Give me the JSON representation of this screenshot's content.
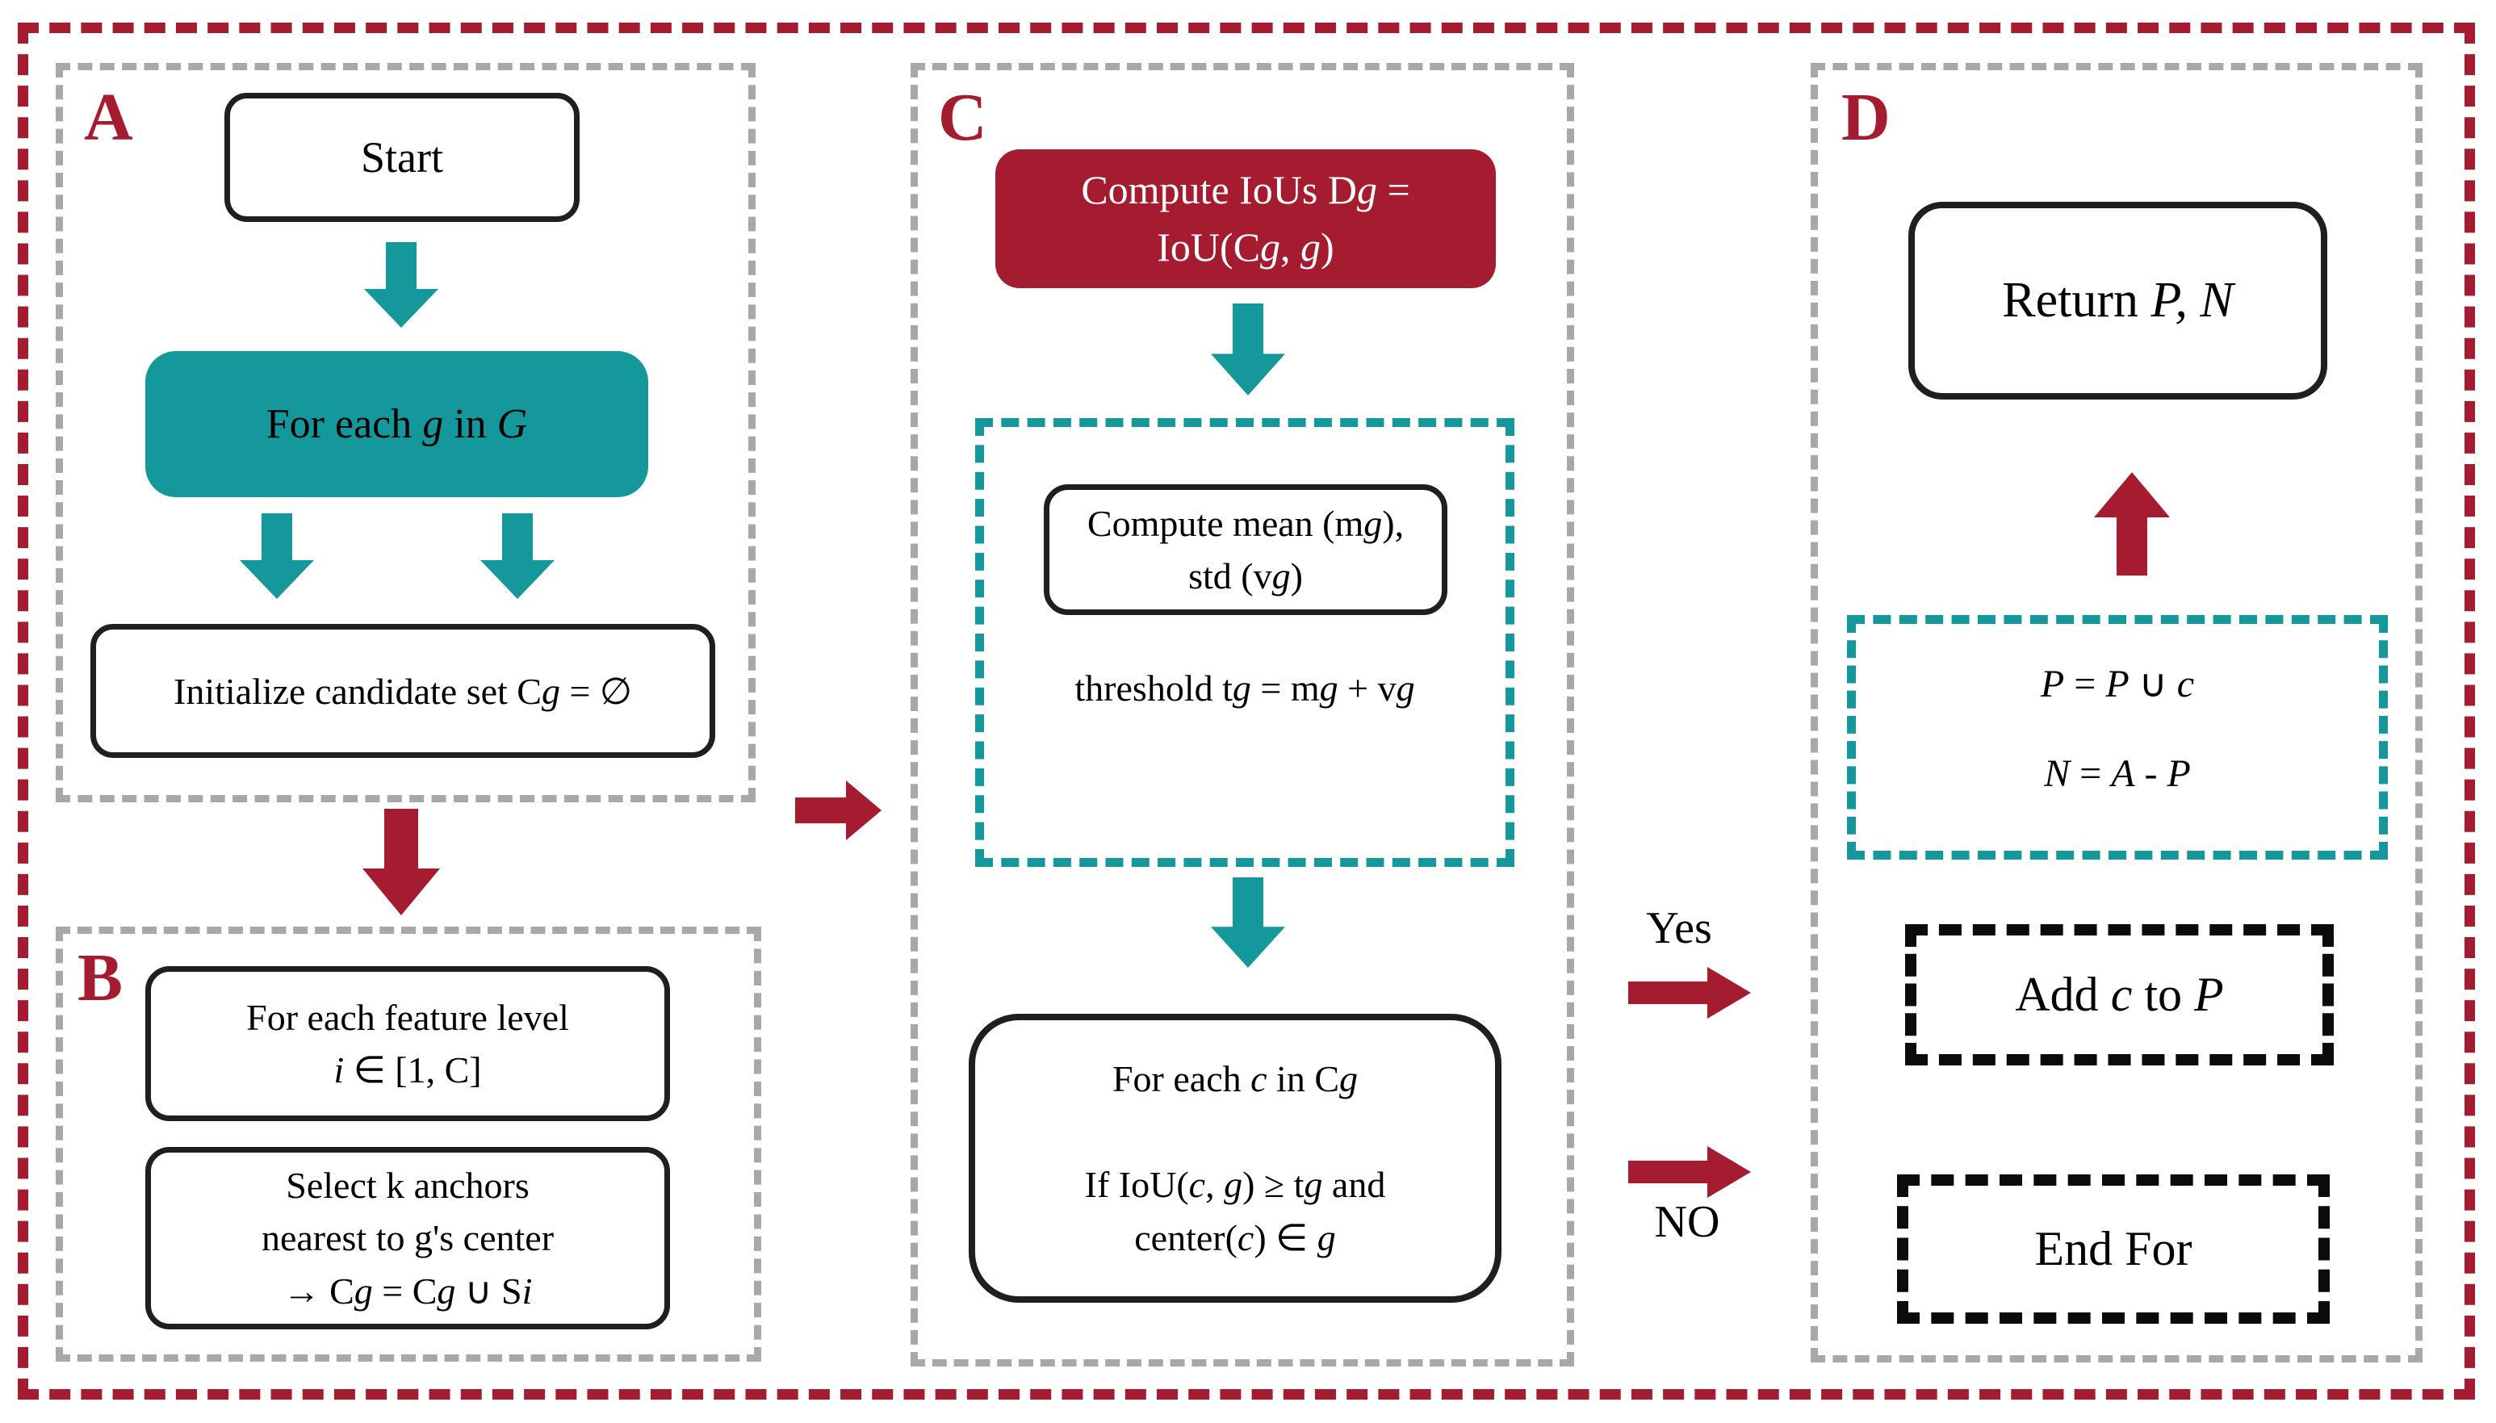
{
  "colors": {
    "crimson": "#A51C30",
    "teal": "#14989B",
    "gray": "#A8A8A8",
    "ink": "#1F1F1F"
  },
  "sections": {
    "a": {
      "label": "A",
      "start": "Start",
      "loop_g": "For each <i>g</i> in <i>G</i>",
      "init": "Initialize candidate set C<i>g</i> = ∅"
    },
    "b": {
      "label": "B",
      "feature_loop": [
        "For each feature level",
        "<i>i</i> ∈ [1, C]"
      ],
      "select_anchors": [
        "Select k anchors",
        "nearest to g's center",
        "→ C<i>g</i> = C<i>g</i> ∪ S<i>i</i>"
      ]
    },
    "c": {
      "label": "C",
      "compute_ious": [
        "Compute IoUs D<i>g</i> =",
        "IoU(C<i>g</i>, <i>g</i>)"
      ],
      "mean_std": [
        "Compute mean (m<i>g</i>),",
        "std (v<i>g</i>)"
      ],
      "threshold": "threshold t<i>g</i> = m<i>g</i> + v<i>g</i>",
      "candidate_loop": [
        "For each <i>c</i> in C<i>g</i>",
        "If IoU(<i>c</i>, <i>g</i>) ≥ t<i>g</i> and",
        "center(<i>c</i>) ∈ <i>g</i>"
      ]
    },
    "d": {
      "label": "D",
      "return_box": "Return <i>P, N</i>",
      "update": [
        "<i>P</i> = <i>P</i> ∪ <i>c</i>",
        "<i>N</i> = <i>A</i> - <i>P</i>"
      ],
      "add": "Add <i>c</i> to <i>P</i>",
      "end_for": "End For"
    }
  },
  "edges": {
    "yes": "Yes",
    "no": "NO"
  }
}
